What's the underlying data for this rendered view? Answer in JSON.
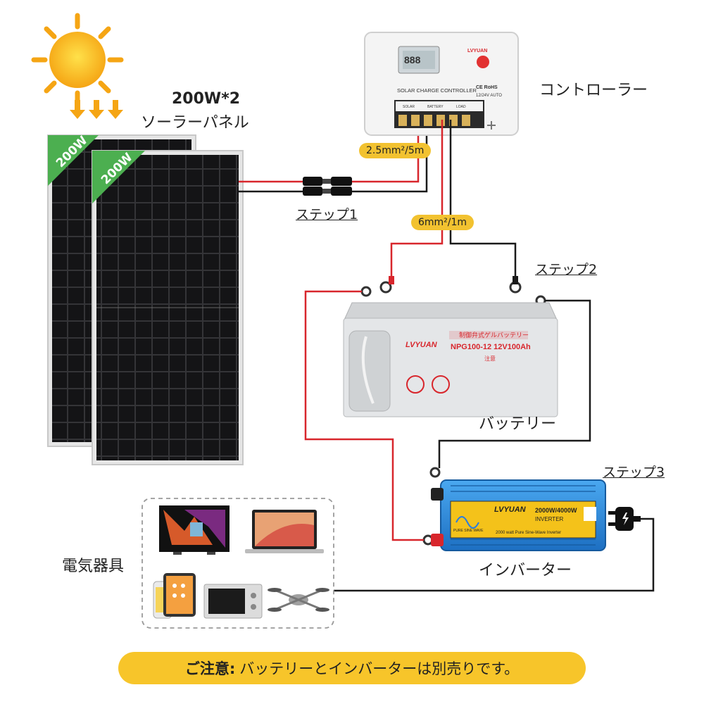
{
  "panels": {
    "heading": "200W*2",
    "subheading": "ソーラーパネル",
    "badge": "200W"
  },
  "controller": {
    "label": "コントローラー",
    "brand": "LVYUAN",
    "title": "SOLAR CHARGE CONTROLLER",
    "display": "888",
    "cert": "CE RoHS",
    "voltage": "12/24V AUTO",
    "terminals": [
      "SOLAR",
      "BATTERY",
      "LOAD"
    ]
  },
  "cables": {
    "panel_cable": "2.5mm²/5m",
    "battery_cable": "6mm²/1m"
  },
  "steps": {
    "step1": "ステップ1",
    "step2": "ステップ2",
    "step3": "ステップ3"
  },
  "battery": {
    "label": "バッテリー",
    "brand": "LVYUAN",
    "type": "制御弁式ゲルバッテリー",
    "model": "NPG100-12 12V100Ah",
    "caution": "注意"
  },
  "inverter": {
    "label": "インバーター",
    "brand": "LVYUAN",
    "spec": "2000W/4000W",
    "type": "INVERTER",
    "wave": "PURE SINE WAVE",
    "desc": "2000 watt Pure Sine-Wave Inverter"
  },
  "appliances": {
    "label": "電気器具"
  },
  "notice": {
    "prefix": "ご注意:",
    "text": "バッテリーとインバーターは別売りです。"
  },
  "colors": {
    "positive_wire": "#d8262c",
    "negative_wire": "#1a1a1a",
    "highlight": "#f2c230",
    "inverter_body": "#2e8fe0"
  }
}
